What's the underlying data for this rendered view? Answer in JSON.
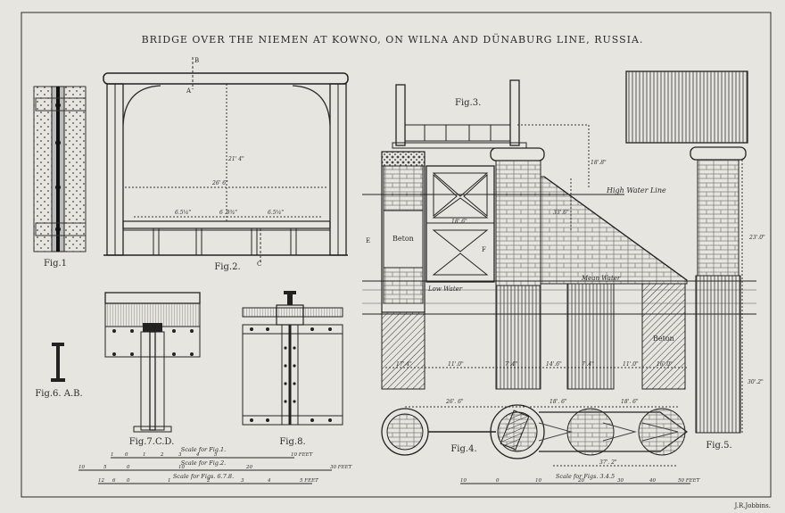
{
  "title": "BRIDGE OVER THE NIEMEN AT KOWNO, ON WILNA AND DÜNABURG LINE, RUSSIA.",
  "engraver": "J.R.Jobbins.",
  "figure_labels": {
    "fig1": "Fig.1",
    "fig2": "Fig.2.",
    "fig3": "Fig.3.",
    "fig4": "Fig.4.",
    "fig5": "Fig.5.",
    "fig6": "Fig.6. A.B.",
    "fig7": "Fig.7.C.D.",
    "fig8": "Fig.8."
  },
  "section_letters": {
    "a": "A",
    "b": "B",
    "c": "C",
    "e": "E",
    "f": "F"
  },
  "annotations": {
    "high_water": "High Water Line",
    "low_water": "Low Water",
    "mean_water": "Mean Water",
    "beton_left": "Beton",
    "beton_right": "Beton"
  },
  "dimensions": {
    "fig2_span": "26'  6\"",
    "fig2_height": "21'  4\"",
    "fig2_bay_1": "6.5¼\"",
    "fig2_bay_2": "6 .8¾\"",
    "fig2_bay_3": "6.5¼\"",
    "fig3_cap": "18'.8\"",
    "fig3_width": "18'.6\"",
    "fig3_pier_h": "33'.6\"",
    "fig3_base_1": "17'.4\"",
    "fig3_base_2": "11'.0\"",
    "fig3_base_3": "7'.4\"",
    "fig3_base_4": "14'.6\"",
    "fig3_base_5": "7'.4\"",
    "fig3_base_6": "11'.0\"",
    "fig3_base_7": "16'.0\"",
    "fig3_deep": "30'.2\"",
    "fig4_dim_1": "26'.  6\"",
    "fig4_dim_2": "18'.  6\"",
    "fig4_dim_3": "18'.  6\"",
    "fig4_dim_4": "37'.  2\"",
    "fig5_dim": "23'.0\""
  },
  "scales": [
    {
      "label": "Scale for Fig.1.",
      "ticks": [
        "1",
        "0",
        "1",
        "2",
        "3",
        "4",
        "5",
        "10 FEET"
      ]
    },
    {
      "label": "Scale for Fig.2.",
      "ticks": [
        "10",
        "5",
        "0",
        "10",
        "20",
        "30 FEET"
      ]
    },
    {
      "label": "Scale for Figs. 6.7.8.",
      "ticks": [
        "12",
        "6",
        "0",
        "1",
        "2",
        "3",
        "4",
        "5 FEET"
      ]
    },
    {
      "label": "Scale for Figs. 3.4.5",
      "ticks": [
        "10",
        "0",
        "10",
        "20",
        "30",
        "40",
        "50 FEET"
      ]
    }
  ]
}
